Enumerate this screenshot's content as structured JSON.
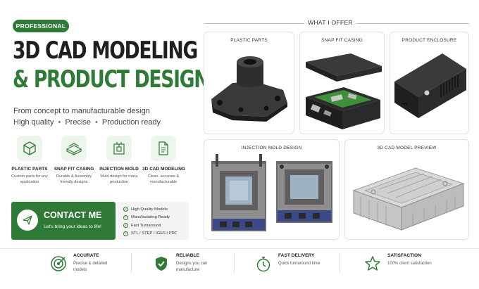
{
  "badge": "PROFESSIONAL",
  "title": {
    "line1": "3D CAD MODELING",
    "line2": "& PRODUCT DESIGN"
  },
  "subtitle": "From concept to manufacturable design",
  "tags": [
    "High quality",
    "Precise",
    "Production ready"
  ],
  "tag_separator": "•",
  "features": [
    {
      "icon": "cube-icon",
      "title": "PLASTIC PARTS",
      "desc": "Custom parts for any application"
    },
    {
      "icon": "snap-fit-box-icon",
      "title": "SNAP FIT CASING",
      "desc": "Durable & Assembly friendly designs"
    },
    {
      "icon": "mold-icon",
      "title": "INJECTION MOLD",
      "desc": "Mold design for mass production"
    },
    {
      "icon": "document-icon",
      "title": "3D CAD MODELING",
      "desc": "Clean, accurate & manufacturable"
    }
  ],
  "contact": {
    "title": "CONTACT ME",
    "subtitle": "Let's bring your ideas to life!",
    "icon": "send-icon"
  },
  "checklist": [
    "High Quality Models",
    "Manufacturing Ready",
    "Fast Turnaround",
    "STL / STEP / IGES / PDF"
  ],
  "offer_heading": "WHAT I OFFER",
  "cards": {
    "plastic": "PLASTIC PARTS",
    "snap": "SNAP FIT CASING",
    "enclosure": "PRODUCT ENCLOSURE",
    "mold": "INJECTION MOLD DESIGN",
    "preview": "3D CAD MODEL PREVIEW"
  },
  "bottom": [
    {
      "icon": "target-icon",
      "title": "ACCURATE",
      "desc": "Precise & detailed models"
    },
    {
      "icon": "shield-check-icon",
      "title": "RELIABLE",
      "desc": "Designs you can manufacture"
    },
    {
      "icon": "stopwatch-icon",
      "title": "FAST DELIVERY",
      "desc": "Quick turnaround time"
    },
    {
      "icon": "star-icon",
      "title": "SATISFACTION",
      "desc": "100% client satisfaction"
    }
  ],
  "colors": {
    "accent": "#2f7a37",
    "text": "#1f1f1f",
    "card_border": "#e2e2e2",
    "part_dark": "#2a2a2a",
    "pcb_green": "#3f8f3a"
  }
}
